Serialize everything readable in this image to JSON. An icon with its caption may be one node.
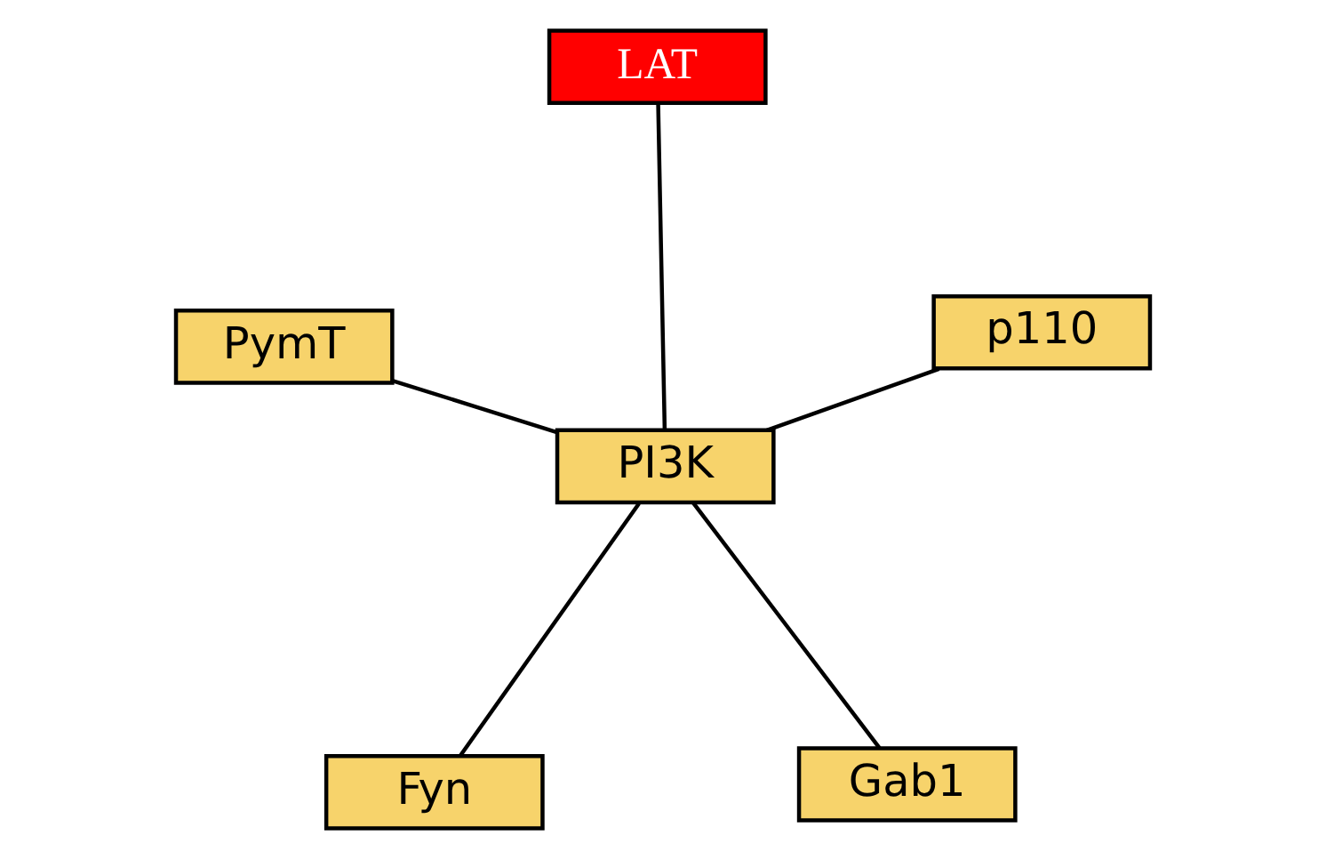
{
  "diagram": {
    "nodes": [
      {
        "text": [
          "Fyn"
        ]
      },
      {
        "text": [
          "Gab1"
        ]
      },
      {
        "text": [
          "PI3K"
        ]
      },
      {
        "text": [
          "LAT"
        ]
      },
      {
        "text": [
          "p110"
        ]
      },
      {
        "text": [
          "PymT"
        ]
      }
    ],
    "edges": [
      {
        "from": 0,
        "to": 2,
        "arrow": "none"
      },
      {
        "from": 1,
        "to": 2,
        "arrow": "none"
      },
      {
        "from": 2,
        "to": 3,
        "arrow": "none"
      },
      {
        "from": 4,
        "to": 2,
        "arrow": "none"
      },
      {
        "from": 5,
        "to": 2,
        "arrow": "none"
      }
    ]
  }
}
